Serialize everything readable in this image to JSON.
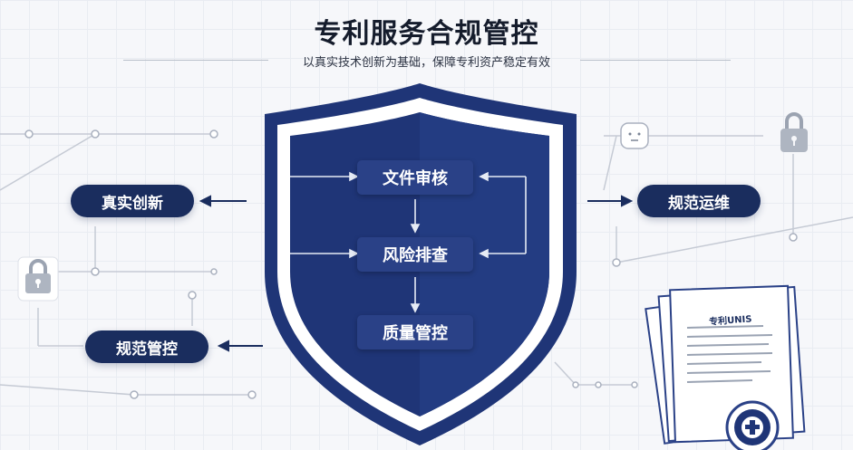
{
  "header": {
    "title": "专利服务合规管控",
    "subtitle": "以真实技术创新为基础，保障专利资产稳定有效"
  },
  "left_labels": [
    "真实创新",
    "规范管控"
  ],
  "right_labels": [
    "规范运维"
  ],
  "shield": {
    "steps": [
      "文件审核",
      "风险排查",
      "质量管控"
    ]
  },
  "document": {
    "title": "专利UNIS"
  },
  "colors": {
    "navy": "#1a2d5e",
    "shield_blue": "#1f3577",
    "node": "#2a4187"
  },
  "icons": [
    "lock-icon",
    "face-icon",
    "seal-icon",
    "document-icon"
  ]
}
